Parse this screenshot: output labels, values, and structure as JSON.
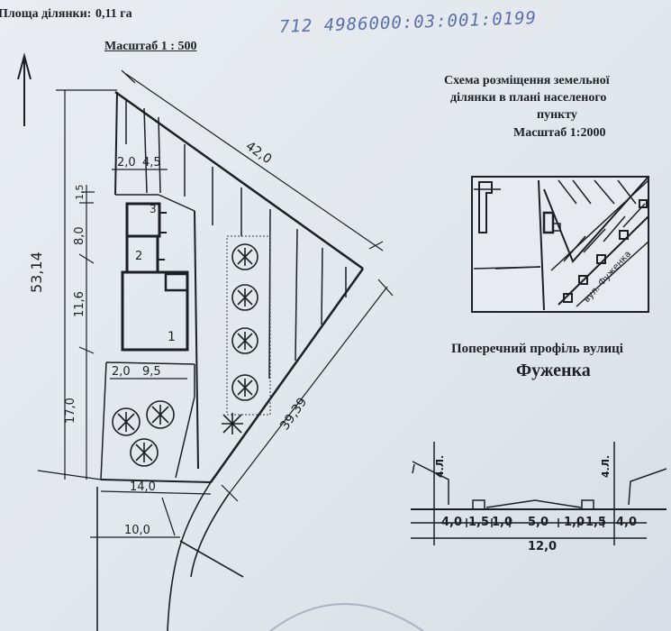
{
  "header": {
    "area_label": "Площа ділянки:",
    "area_value": "0,11 га",
    "cadastral_number": "712 4986000:03:001:0199",
    "scale_main": "Масштаб 1 : 500"
  },
  "main_plan": {
    "dimensions": {
      "north_side": "42,0",
      "west_side_total": "53,14",
      "west_segment_top": "1,5",
      "west_segment_2": "8,0",
      "west_segment_3": "11,6",
      "west_segment_4": "17,0",
      "east_side": "39,39",
      "top_left_a": "2,0",
      "top_left_b": "4,5",
      "bottom_left_a": "2,0",
      "bottom_left_b": "9,5",
      "south_side": "14,0",
      "road_width": "10,0"
    },
    "building_labels": [
      "1",
      "2",
      "3"
    ]
  },
  "location_scheme": {
    "title_line1": "Схема розміщення земельної",
    "title_line2": "ділянки в плані населеного",
    "title_line3": "пункту",
    "scale": "Масштаб 1:2000",
    "street_label": "вул. Фуженка"
  },
  "street_profile": {
    "title_line1": "Поперечний профіль вулиці",
    "title_line2": "Фуженка",
    "line_label": "4.Л.",
    "segments": [
      "4,0",
      "1,5",
      "1,0",
      "5,0",
      "1,0",
      "1,5",
      "4,0"
    ],
    "total": "12,0"
  }
}
